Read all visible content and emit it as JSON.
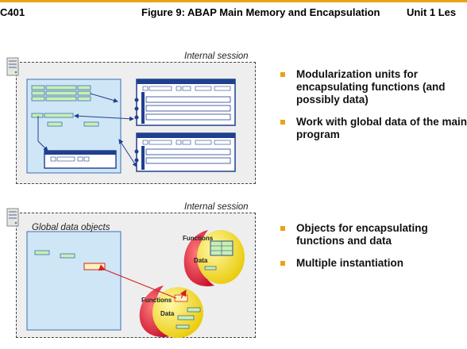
{
  "header": {
    "left": "C401",
    "title": "Figure 9: ABAP Main Memory and Encapsulation",
    "right": "Unit 1 Les"
  },
  "panel_top": {
    "session_label": "Internal session",
    "bullets": [
      "Modularization units for encapsulating functions (and possibly data)",
      "Work with global data of the main program"
    ]
  },
  "panel_bottom": {
    "session_label": "Internal session",
    "global_label": "Global data objects",
    "functions_label_1": "Functions",
    "data_label_1": "Data",
    "functions_label_2": "Functions",
    "data_label_2": "Data",
    "bullets": [
      "Objects for encapsulating functions and data",
      "Multiple instantiation"
    ]
  },
  "colors": {
    "accent_bar": "#e8a317",
    "bullet": "#e8a317",
    "program_box": "#cfe6f7",
    "module_border": "#1f3f8f",
    "green_field": "#c8f0b0",
    "oval_red": "#e0303a",
    "oval_yellow": "#f5e430",
    "highlight_field": "#fff4c0",
    "arrow_red": "#d22222"
  },
  "icons": [
    "server-icon",
    "server-icon"
  ]
}
